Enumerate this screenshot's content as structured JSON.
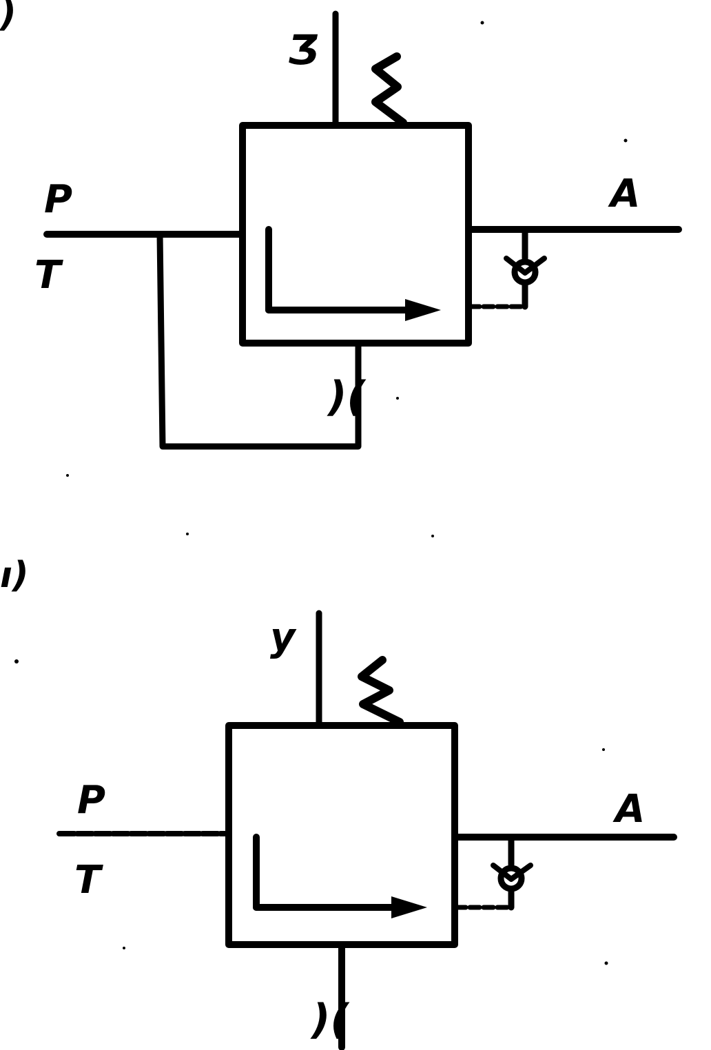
{
  "diagram_top": {
    "panel_label": ")",
    "port_y": "Ʒ",
    "port_p": "P",
    "port_t": "T",
    "port_a": "A",
    "orifice": ")("
  },
  "diagram_bottom": {
    "panel_label": "ı)",
    "port_y": "y",
    "port_p": "P",
    "port_t": "T",
    "port_a": "A",
    "orifice": ")("
  },
  "colors": {
    "ink": "#000000",
    "paper": "#ffffff"
  }
}
